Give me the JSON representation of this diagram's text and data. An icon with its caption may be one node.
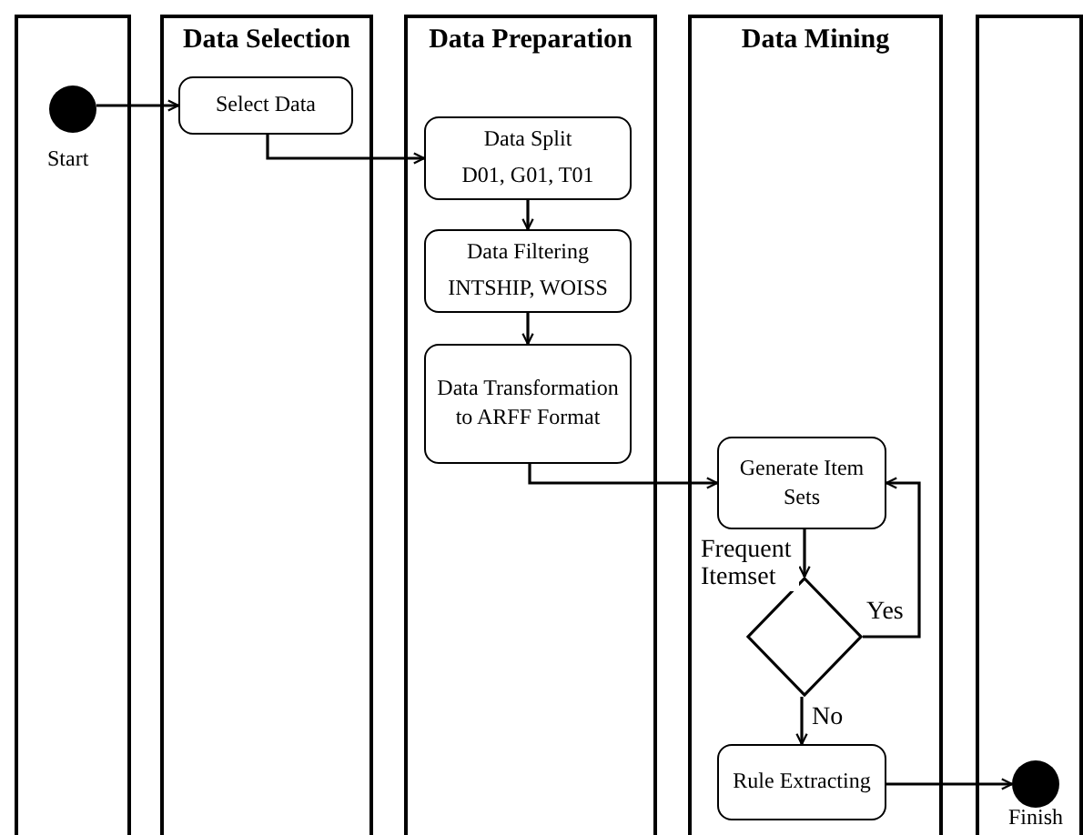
{
  "diagram": {
    "nodes": [
      {
        "text": [],
        "shape": "box"
      },
      {
        "text": [],
        "shape": "circle",
        "in": 0,
        "beside": [
          "Start"
        ]
      },
      {
        "text": [
          "Data Selection"
        ]
      },
      {
        "text": [
          "Select Data"
        ],
        "in": 2
      },
      {
        "text": [
          "Data Preparation"
        ]
      },
      {
        "text": [
          "Data Split",
          "D01, G01, T01"
        ],
        "in": 4
      },
      {
        "text": [
          "Data Filtering",
          "INTSHIP, WOISS"
        ],
        "in": 4
      },
      {
        "text": [
          "Data Transformation to ARFF Format"
        ],
        "in": 4
      },
      {
        "text": [
          "Data Mining"
        ]
      },
      {
        "text": [
          "Generate Item Sets"
        ],
        "in": 8
      },
      {
        "text": [],
        "shape": "diamond",
        "in": 8
      },
      {
        "text": [
          "Rule Extracting"
        ],
        "in": 8
      },
      {
        "text": [],
        "shape": "box"
      },
      {
        "text": [],
        "shape": "circle",
        "in": 12,
        "beside": [
          "Finish"
        ]
      }
    ],
    "edges": [
      {
        "from": 1,
        "to": 3,
        "arrow": "to"
      },
      {
        "from": 3,
        "to": 5,
        "arrow": "to"
      },
      {
        "from": 5,
        "to": 6,
        "arrow": "to"
      },
      {
        "from": 6,
        "to": 7,
        "arrow": "to"
      },
      {
        "from": 7,
        "to": 9,
        "arrow": "to"
      },
      {
        "from": 9,
        "to": 10,
        "arrow": "to",
        "label": "Frequent Itemset"
      },
      {
        "from": 10,
        "to": 9,
        "arrow": "to",
        "label": "Yes"
      },
      {
        "from": 10,
        "to": 11,
        "arrow": "to",
        "label": "No"
      },
      {
        "from": 11,
        "to": 13,
        "arrow": "to"
      }
    ]
  }
}
